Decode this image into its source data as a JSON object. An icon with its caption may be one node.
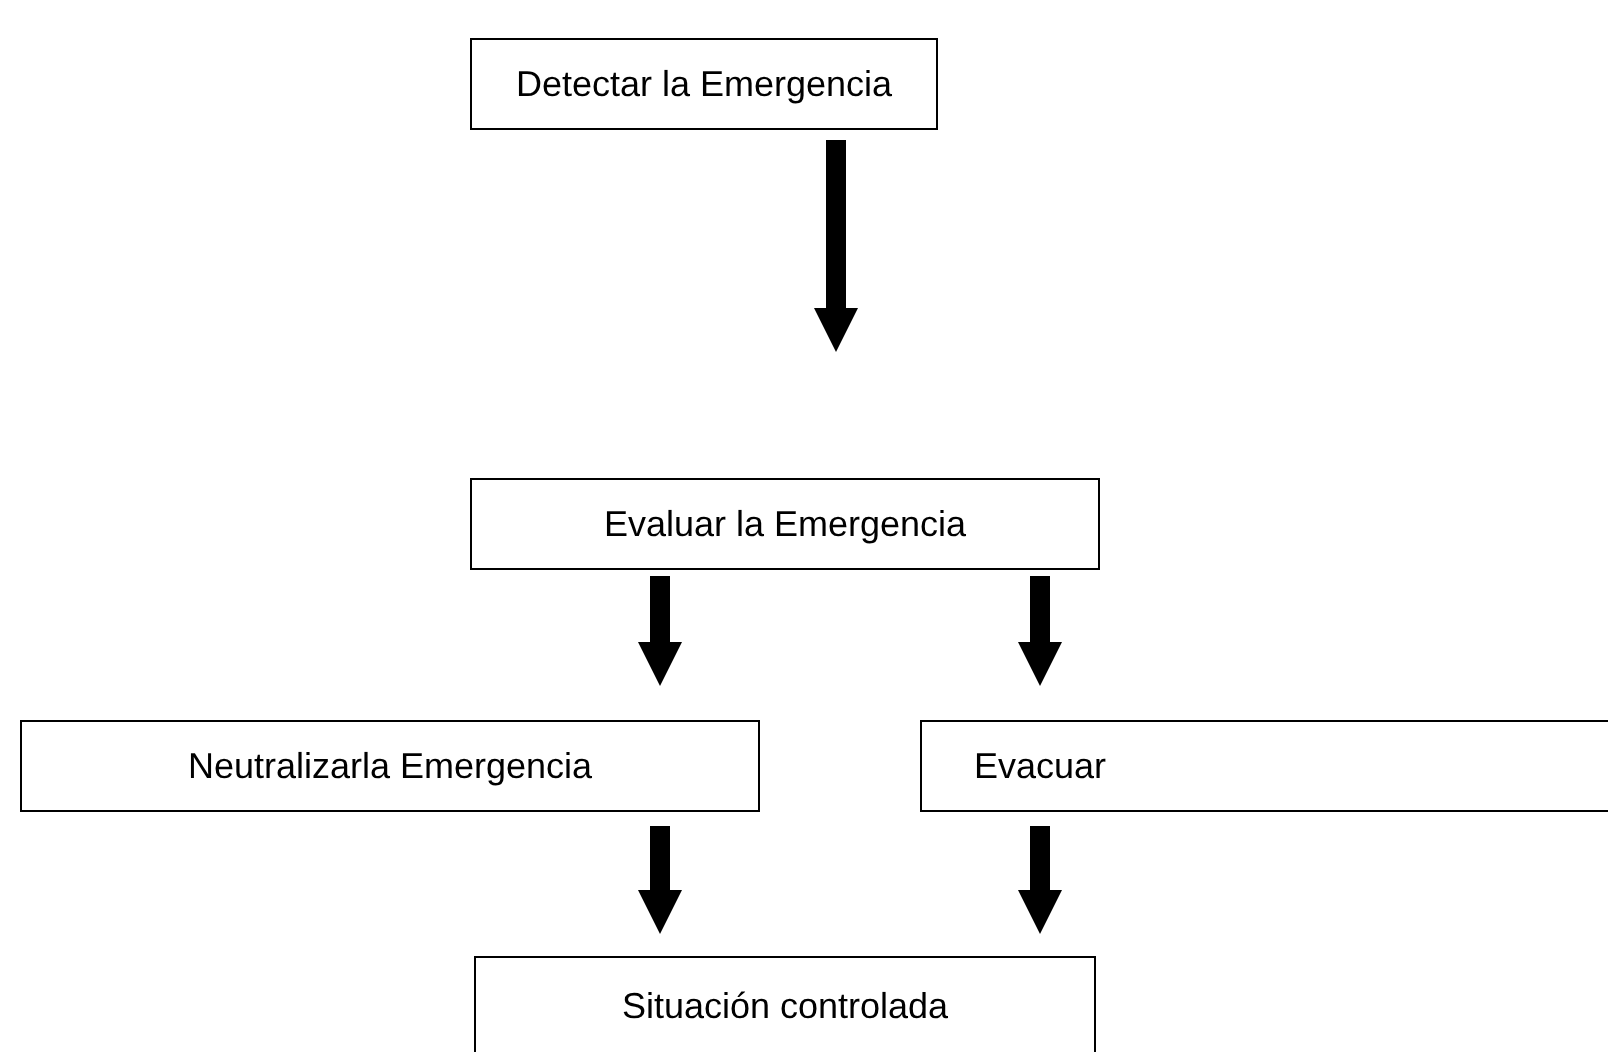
{
  "diagram": {
    "nodes": [
      {
        "text": [
          "Detectar la Emergencia"
        ]
      },
      {
        "text": [
          "Evaluar la Emergencia"
        ]
      },
      {
        "text": [
          "Neutralizarla Emergencia"
        ]
      },
      {
        "text": [
          "Evacuar"
        ]
      },
      {
        "text": [
          "Situación controlada"
        ]
      }
    ],
    "edges": [
      {
        "from": 0,
        "to": 1,
        "arrow": "to"
      },
      {
        "from": 1,
        "to": 2,
        "arrow": "to"
      },
      {
        "from": 1,
        "to": 3,
        "arrow": "to"
      },
      {
        "from": 2,
        "to": 4,
        "arrow": "to"
      },
      {
        "from": 3,
        "to": 4,
        "arrow": "to"
      }
    ]
  }
}
